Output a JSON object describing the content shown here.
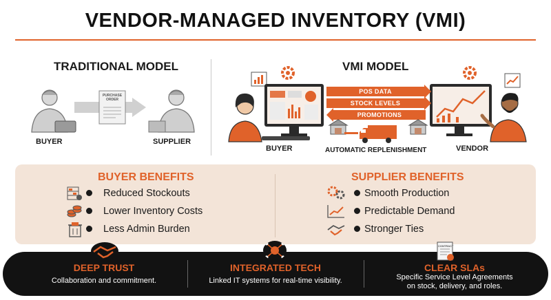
{
  "title": "VENDOR-MANAGED INVENTORY (VMI)",
  "traditional": {
    "title": "TRADITIONAL MODEL",
    "buyer_label": "BUYER",
    "supplier_label": "SUPPLIER",
    "document_label_1": "PURCHASE",
    "document_label_2": "ORDER"
  },
  "vmi": {
    "title": "VMI MODEL",
    "flows": [
      "POS DATA",
      "STOCK LEVELS",
      "PROMOTIONS"
    ],
    "buyer_label": "BUYER",
    "vendor_label": "VENDOR",
    "replenishment_label": "AUTOMATIC REPLENISHMENT"
  },
  "buyer_benefits": {
    "title": "BUYER BENEFITS",
    "items": [
      "Reduced Stockouts",
      "Lower Inventory Costs",
      "Less Admin Burden"
    ]
  },
  "supplier_benefits": {
    "title": "SUPPLIER BENEFITS",
    "items": [
      "Smooth Production",
      "Predictable Demand",
      "Stronger Ties"
    ]
  },
  "pillars": [
    {
      "title": "DEEP TRUST",
      "text": "Collaboration and commitment."
    },
    {
      "title": "INTEGRATED TECH",
      "text": "Linked IT systems for real-time visibility."
    },
    {
      "title": "CLEAR SLAs",
      "text_line1": "Specific Service Level Agreements",
      "text_line2": "on stock, delivery, and roles."
    }
  ],
  "icon_doc_text": "CONTRACT",
  "colors": {
    "accent": "#e0622a",
    "dark": "#121212",
    "panel": "#f3e4d8"
  }
}
